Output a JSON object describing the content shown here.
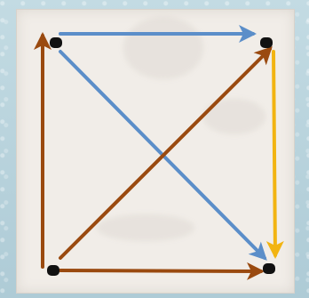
{
  "colors": {
    "brown": "#9a4a10",
    "blue": "#5b8ec9",
    "yellow": "#f2b412",
    "node": "#111111"
  },
  "diagram": {
    "nodes": [
      {
        "id": "top-left"
      },
      {
        "id": "top-right"
      },
      {
        "id": "bottom-left"
      },
      {
        "id": "bottom-right"
      }
    ],
    "edges": [
      {
        "from": "top-left",
        "to": "top-right",
        "color": "blue"
      },
      {
        "from": "top-left",
        "to": "bottom-right",
        "color": "blue"
      },
      {
        "from": "top-right",
        "to": "bottom-right",
        "color": "yellow"
      },
      {
        "from": "bottom-left",
        "to": "top-left",
        "color": "brown"
      },
      {
        "from": "bottom-left",
        "to": "top-right",
        "color": "brown"
      },
      {
        "from": "bottom-left",
        "to": "bottom-right",
        "color": "brown"
      }
    ]
  }
}
